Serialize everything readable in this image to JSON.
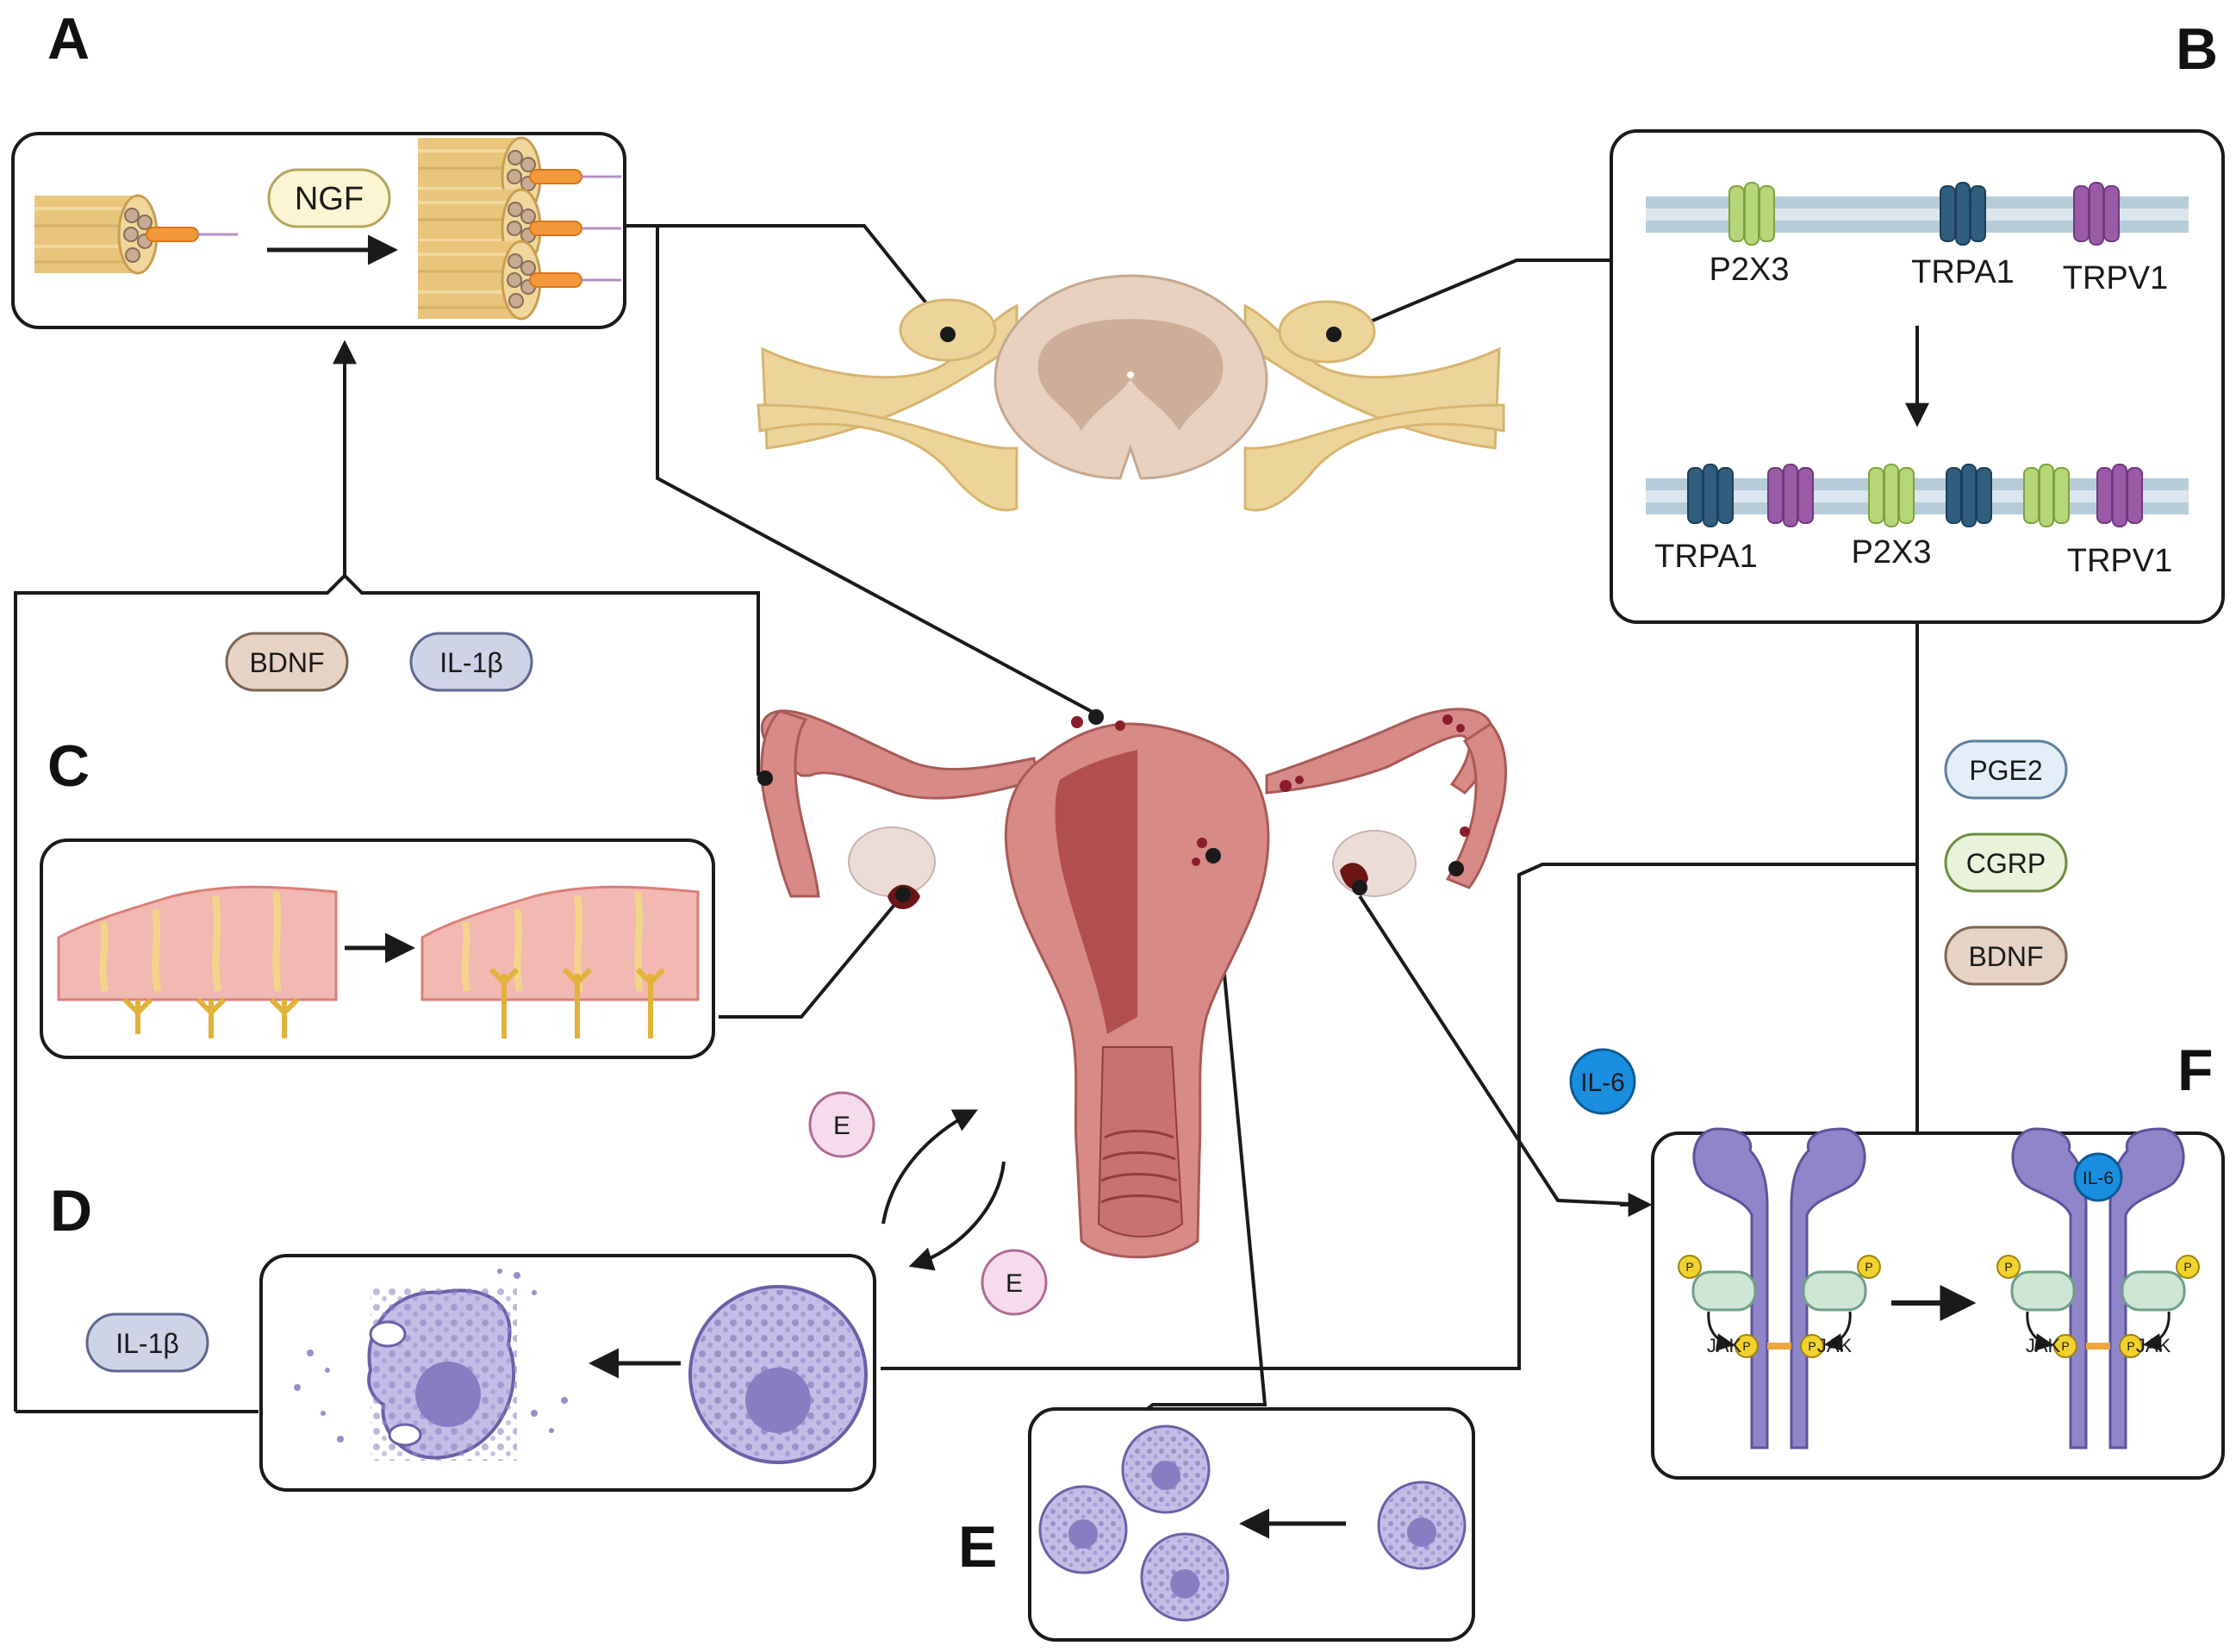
{
  "panels": {
    "a": "A",
    "b": "B",
    "c": "C",
    "d": "D",
    "e": "E",
    "f": "F"
  },
  "panel_a": {
    "ngf": "NGF"
  },
  "panel_b": {
    "top_receptors": [
      "P2X3",
      "TRPA1",
      "TRPV1"
    ],
    "bottom_receptors": [
      "TRPA1",
      "P2X3",
      "TRPV1"
    ]
  },
  "mediators": {
    "bdnf_top": "BDNF",
    "il1b_top": "IL-1β",
    "il1b_bottom": "IL-1β",
    "pge2": "PGE2",
    "cgrp": "CGRP",
    "bdnf_right": "BDNF",
    "il6": "IL-6",
    "estrogen_1": "E",
    "estrogen_2": "E"
  },
  "panel_f": {
    "il6_bound": "IL-6",
    "jak": "JAK",
    "p": "P"
  },
  "colors": {
    "nerve": "#e9c57c",
    "spinal_cord": "#e2c7b1",
    "uterus": "#d88a86",
    "cell": "#a79ad0",
    "receptor_p2x3": "#a9cf6b",
    "receptor_trpa1": "#2f5e7e",
    "receptor_trpv1": "#9b5aa8",
    "il6": "#1a8fe0"
  },
  "icons": [
    "nerve-fiber-icon",
    "spinal-cord-icon",
    "uterus-icon",
    "membrane-icon",
    "cell-icon",
    "receptor-icon"
  ]
}
